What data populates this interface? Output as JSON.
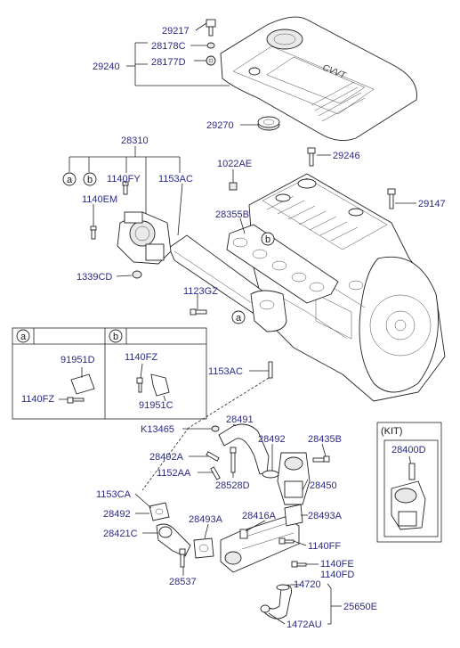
{
  "parts": {
    "p29217": "29217",
    "p28178C": "28178C",
    "p29240": "29240",
    "p28177D": "28177D",
    "p29270": "29270",
    "p29246": "29246",
    "p28310": "28310",
    "p1022AE": "1022AE",
    "p1140FY": "1140FY",
    "p1153AC_top": "1153AC",
    "p1140EM": "1140EM",
    "p29147": "29147",
    "p28355B": "28355B",
    "p1339CD": "1339CD",
    "p1123GZ": "1123GZ",
    "p91951D": "91951D",
    "p1140FZ_a": "1140FZ",
    "p1140FZ_b": "1140FZ",
    "p91951C": "91951C",
    "p1153AC_mid": "1153AC",
    "p28491": "28491",
    "pK13465": "K13465",
    "p28492_top": "28492",
    "p28435B": "28435B",
    "p28492A": "28492A",
    "p1152AA": "1152AA",
    "p28528D": "28528D",
    "p28450": "28450",
    "p1153CA": "1153CA",
    "p28492_low": "28492",
    "p28493A_left": "28493A",
    "p28416A": "28416A",
    "p28493A_right": "28493A",
    "p28421C": "28421C",
    "p1140FF": "1140FF",
    "p28537": "28537",
    "p1140FE": "1140FE",
    "p1140FD": "1140FD",
    "p14720": "14720",
    "p25650E": "25650E",
    "p1472AU": "1472AU",
    "p28400D": "28400D"
  },
  "callouts": {
    "a": "a",
    "b": "b"
  },
  "kit_label": "(KIT)",
  "cover_text": "CVVT"
}
